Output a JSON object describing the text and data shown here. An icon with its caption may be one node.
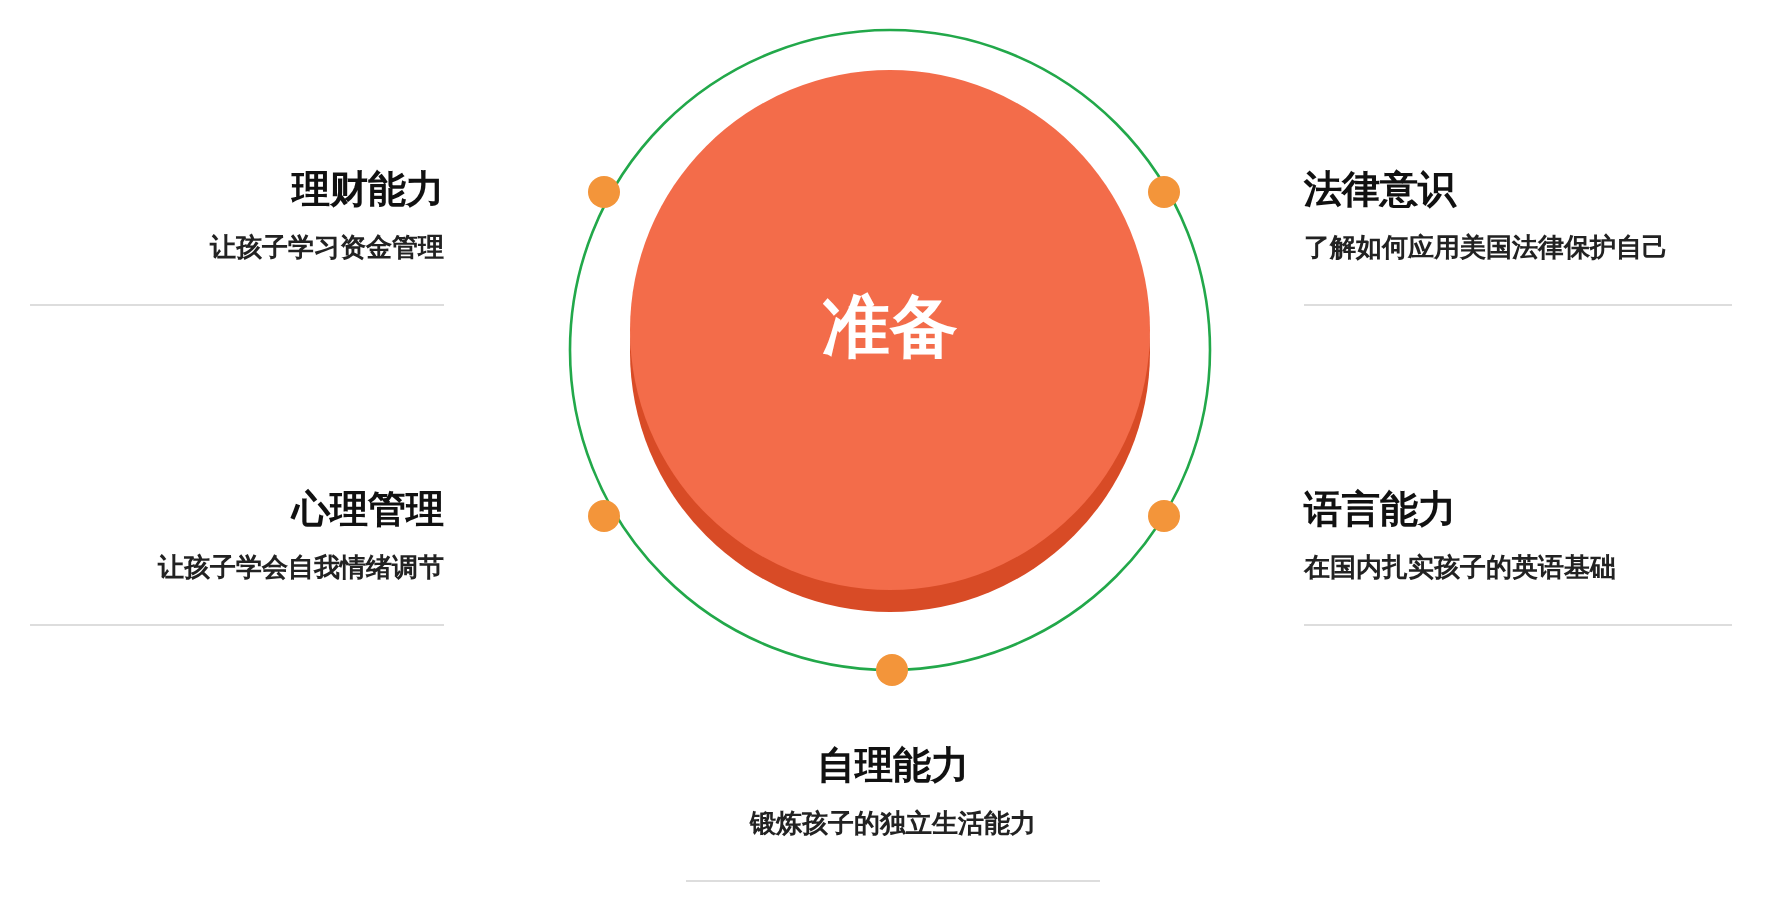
{
  "diagram": {
    "nodes": [
      {
        "text": [
          "准备"
        ]
      },
      {
        "text": [
          "理财能力",
          "让孩子学习资金管理"
        ]
      },
      {
        "text": [
          "法律意识",
          "了解如何应用美国法律保护自己"
        ]
      },
      {
        "text": [
          "心理管理",
          "让孩子学会自我情绪调节"
        ]
      },
      {
        "text": [
          "语言能力",
          "在国内扎实孩子的英语基础"
        ]
      },
      {
        "text": [
          "自理能力",
          "锻炼孩子的独立生活能力"
        ]
      }
    ]
  }
}
